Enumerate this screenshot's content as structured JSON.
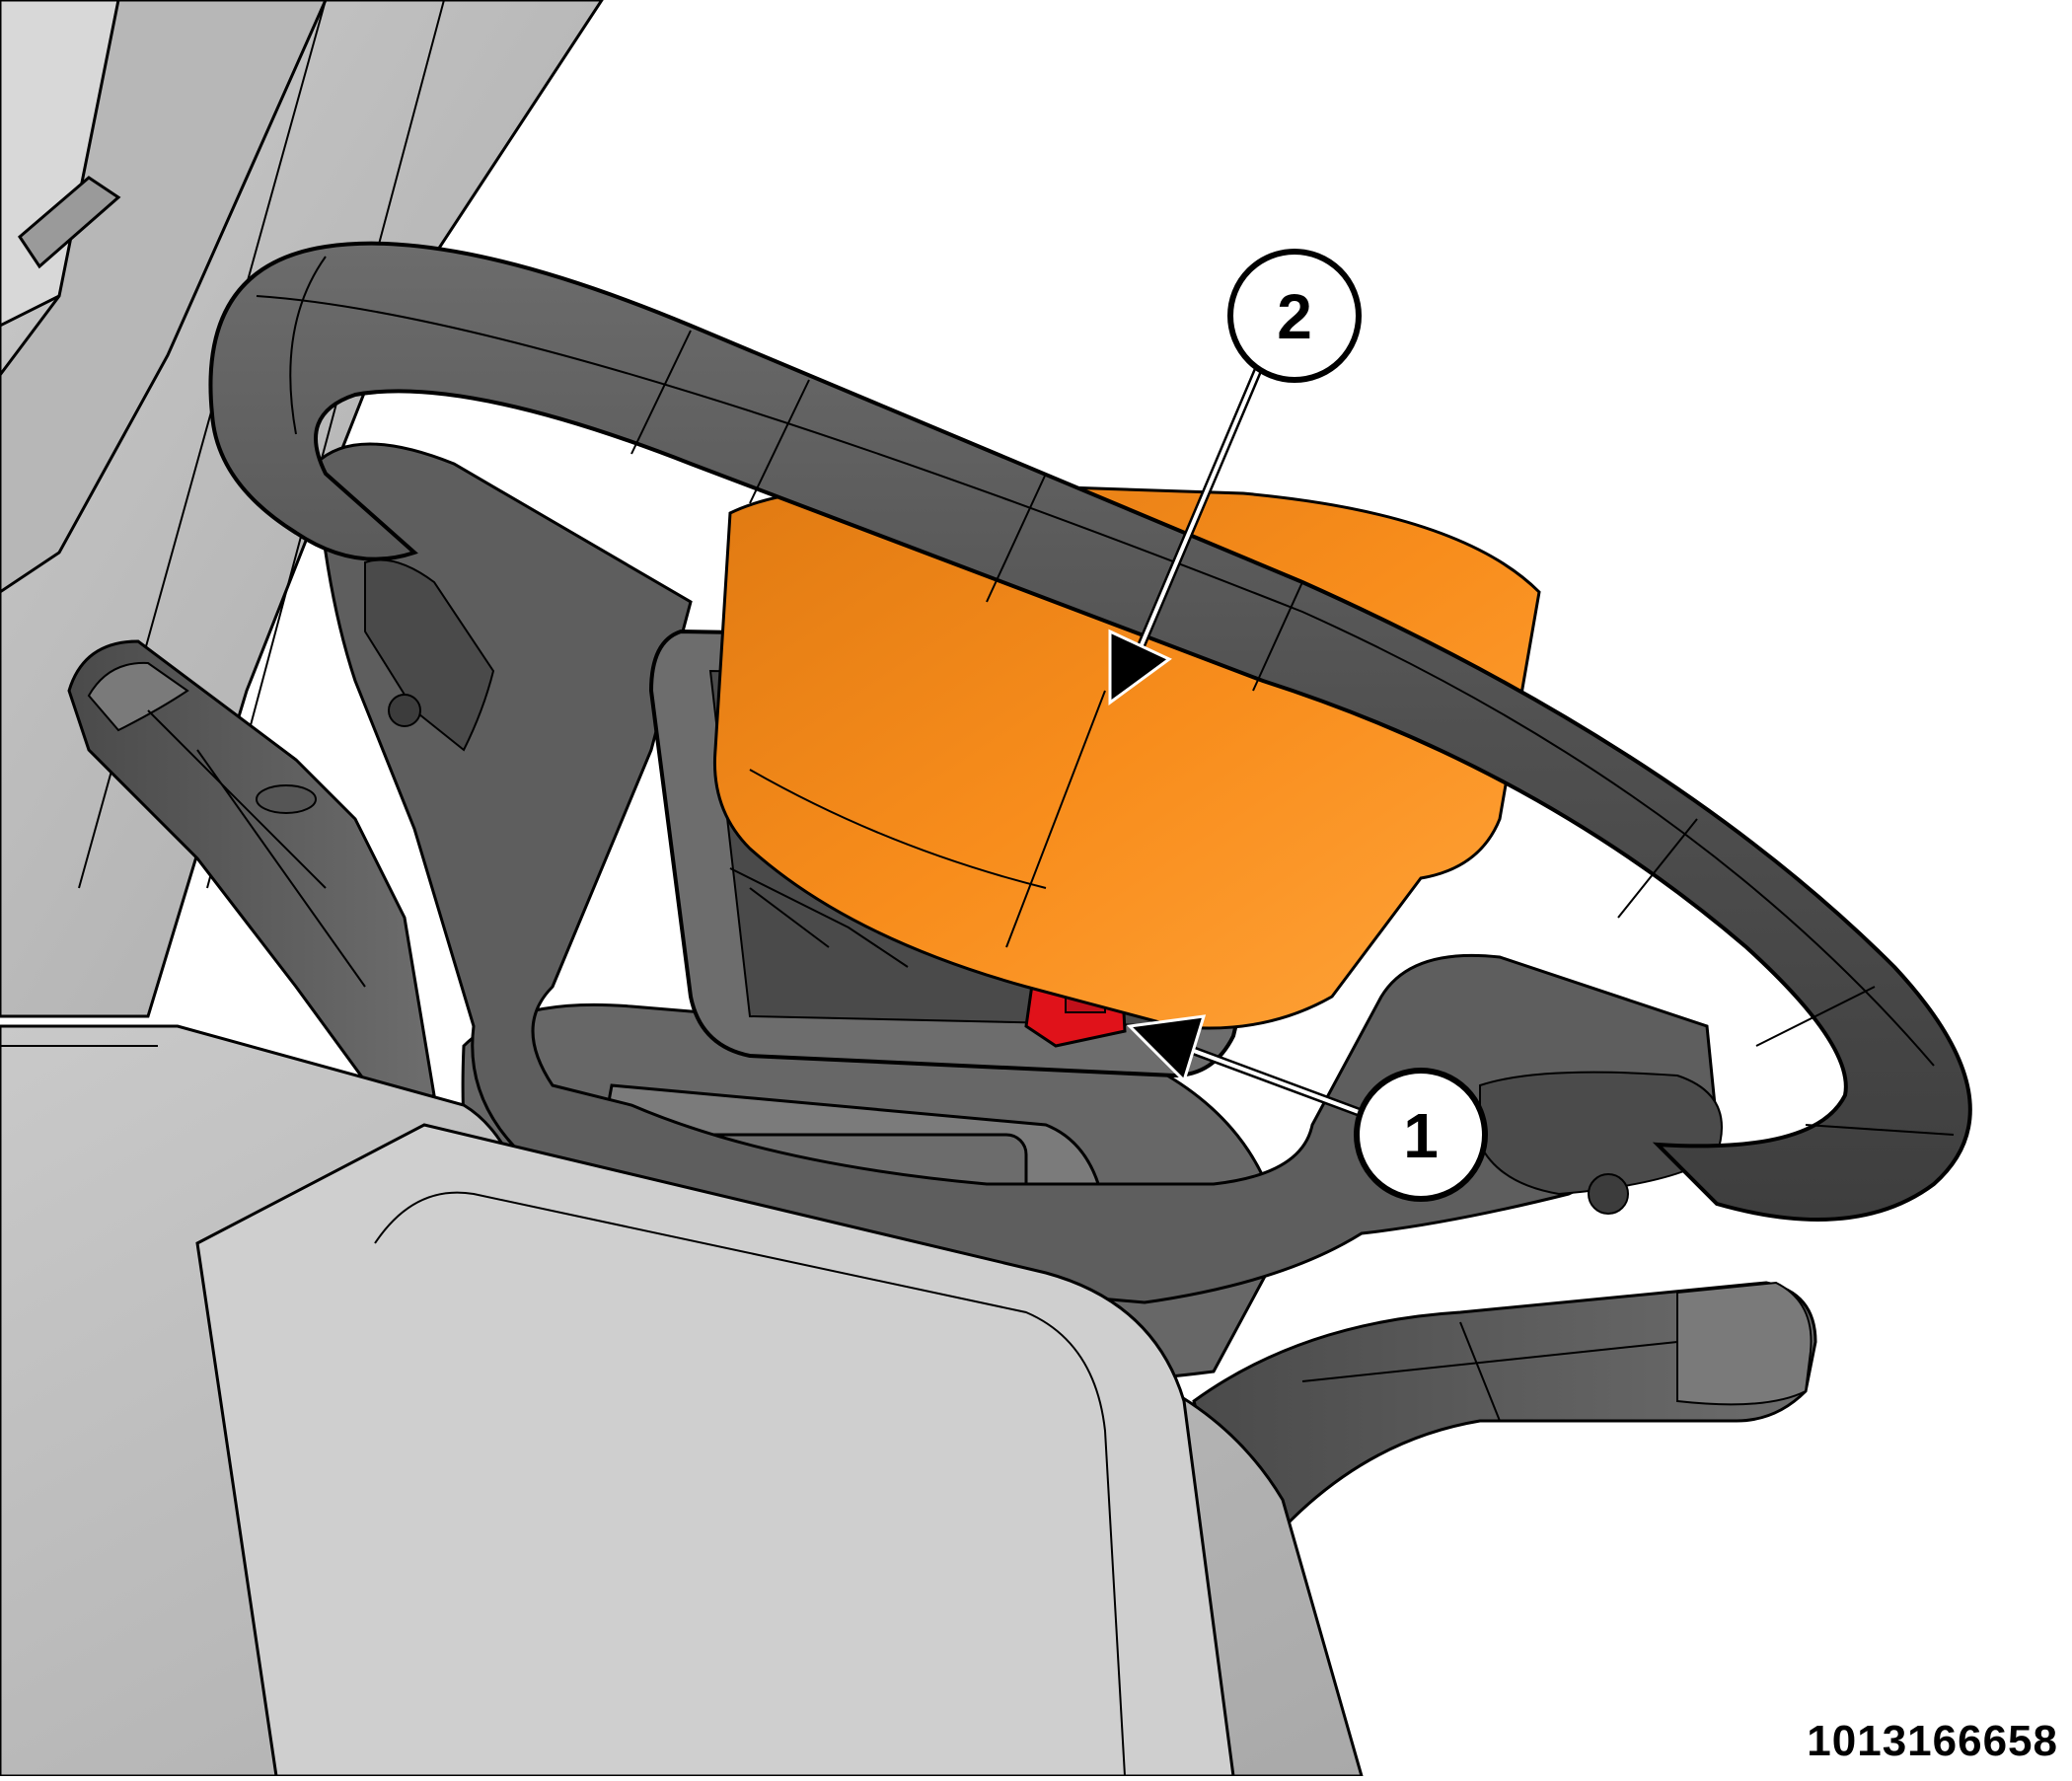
{
  "figure": {
    "id_label": "1013166658",
    "description_colors": {
      "highlight_airbag": "#f7931e",
      "highlight_connector": "#e0121a",
      "part_gray": "#5e5e5e",
      "trim_gray": "#d3d3d3"
    }
  },
  "callouts": [
    {
      "number": "1",
      "target": "airbag-connector"
    },
    {
      "number": "2",
      "target": "driver-airbag-module"
    }
  ]
}
